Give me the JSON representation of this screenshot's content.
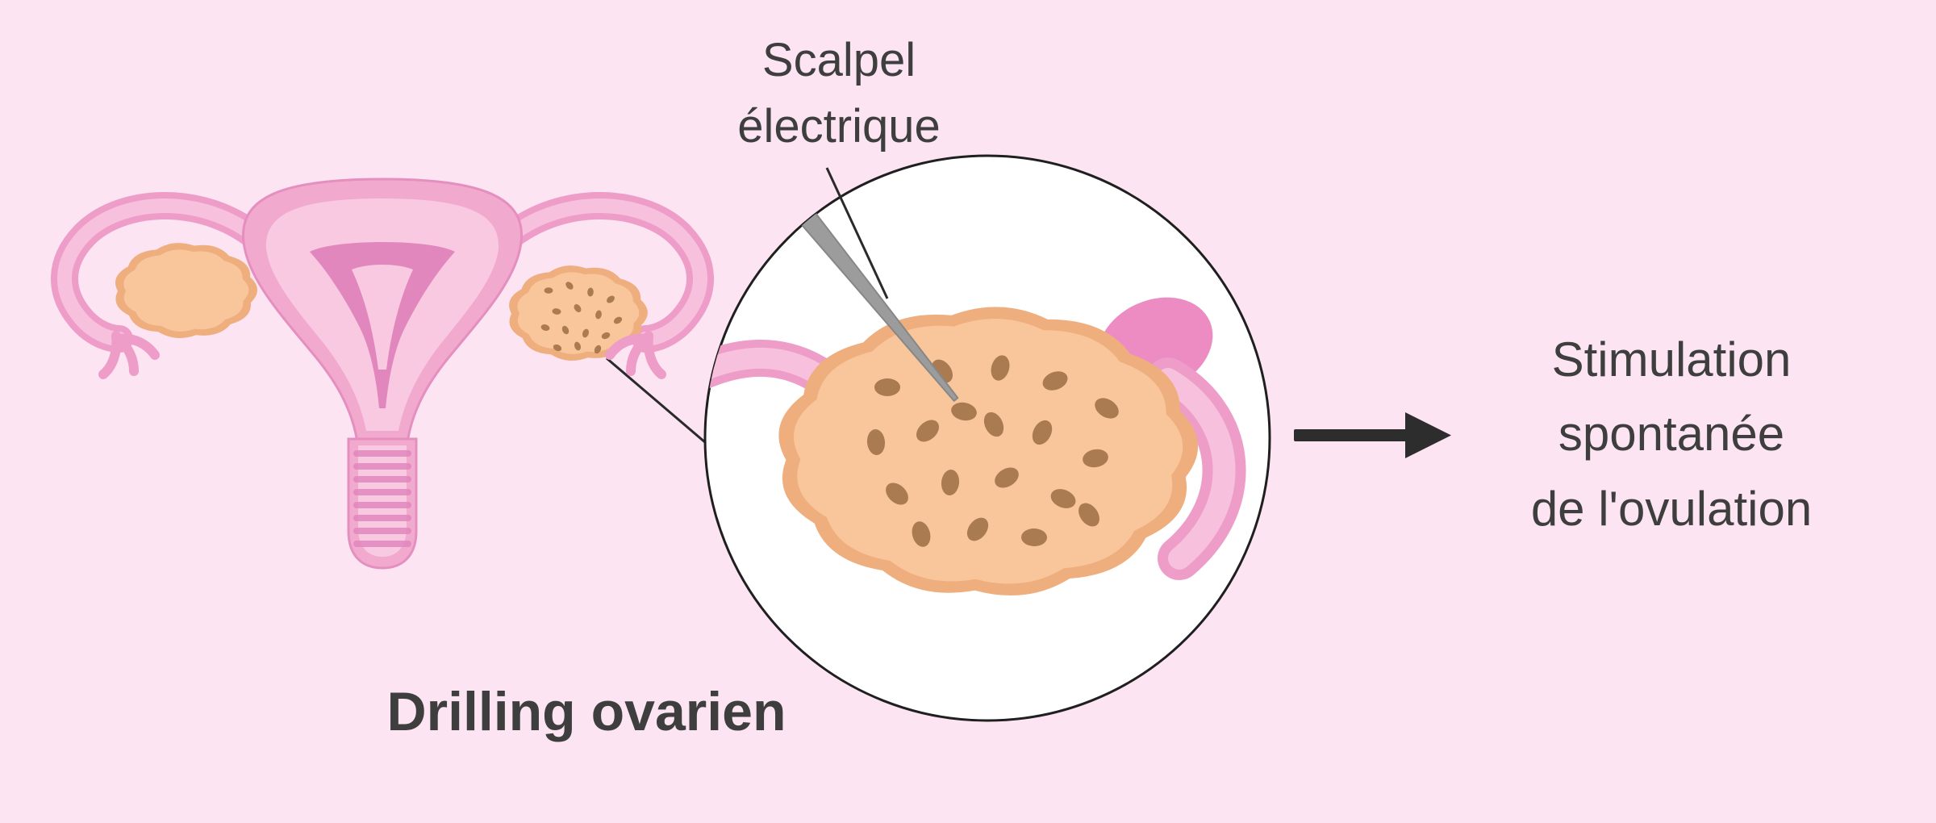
{
  "background": "#fce4f2",
  "colors": {
    "background": "#fce4f2",
    "text": "#3e3e3e",
    "arrow": "#2d2d2d",
    "line": "#2a2a2a",
    "uterus_outer": "#f2a9ce",
    "uterus_edge": "#e58fc0",
    "uterus_inner": "#f8c9e1",
    "uterus_cavity": "#e287bd",
    "tube_outline": "#ee9cc8",
    "tube_fill": "#f7c0dc",
    "tube_blob": "#ec8cc3",
    "ovary_fill": "#f8c69a",
    "ovary_outline": "#efae7e",
    "ovary_dot": "#aa7b50",
    "scalpel_gray": "#9c9c9c",
    "circle_stroke": "#1f1f1f",
    "zoom_background": "#ffffff"
  },
  "labels": {
    "scalpel": {
      "line1": "Scalpel",
      "line2": "électrique"
    },
    "caption": "Drilling ovarien",
    "result": {
      "line1": "Stimulation",
      "line2": "spontanée",
      "line3": "de l'ovulation"
    }
  }
}
